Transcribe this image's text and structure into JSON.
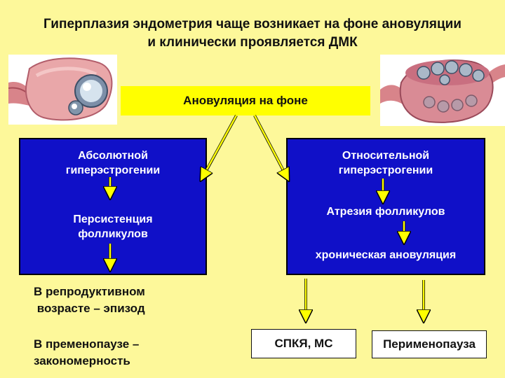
{
  "title": {
    "line1": "Гиперплазия эндометрия чаще возникает на фоне ановуляции",
    "line2": "и клинически проявляется ДМК"
  },
  "banner": "Ановуляция на фоне",
  "left_panel": {
    "heading_line1": "Абсолютной",
    "heading_line2": "гиперэстрогении",
    "step_line1": "Персистенция",
    "step_line2": "фолликулов"
  },
  "right_panel": {
    "heading_line1": "Относительной",
    "heading_line2": "гиперэстрогении",
    "step1": "Атрезия фолликулов",
    "step2": "хроническая ановуляция"
  },
  "bottom_left": {
    "item1_line1": "В репродуктивном",
    "item1_line2": " возрасте – эпизод",
    "item2_line1": "В пременопаузе –",
    "item2_line2": "закономерность"
  },
  "outcomes": {
    "pcos": "СПКЯ, МС",
    "perimenopause": "Перименопауза"
  },
  "colors": {
    "background": "#fdf89a",
    "banner": "#ffff00",
    "panel": "#1010c8",
    "arrow": "#ffff00"
  }
}
